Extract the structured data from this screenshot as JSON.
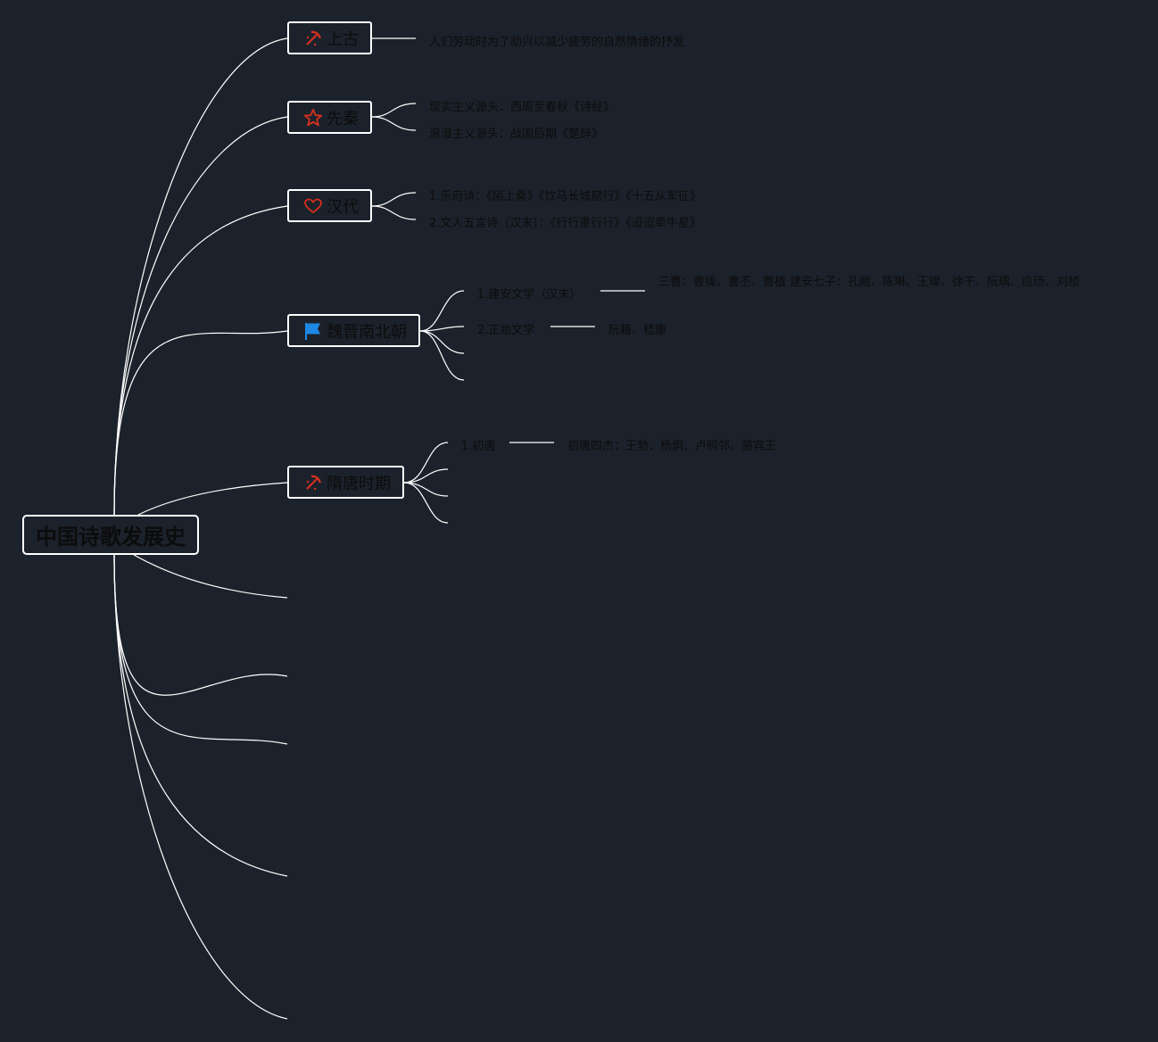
{
  "root": {
    "label": "中国诗歌发展史"
  },
  "topics": [
    {
      "label": "上古",
      "icon": "pickaxe-icon",
      "icon_color": "#d7301f",
      "children": [
        "人们劳动时为了助兴以减少疲劳的自然情绪的抒发"
      ]
    },
    {
      "label": "先秦",
      "icon": "star-icon",
      "icon_color": "#d7301f",
      "children": [
        "现实主义源头：西周至春秋《诗经》",
        "浪漫主义源头：战国后期《楚辞》"
      ]
    },
    {
      "label": "汉代",
      "icon": "heart-icon",
      "icon_color": "#d7301f",
      "children": [
        "1.乐府诗：《陌上桑》《饮马长城窟行》《十五从军征》",
        "2.文人五言诗（汉末）：《行行重行行》《迢迢牵牛星》"
      ]
    },
    {
      "label": "魏晋南北朝",
      "icon": "flag-icon",
      "icon_color": "#1e88e5",
      "children": [
        {
          "label": "1.建安文学（汉末）",
          "detail": "三曹：曹操、曹丕、曹植 建安七子：孔融、陈琳、王璨、徐干、阮瑀、应玚、刘桢"
        },
        {
          "label": "2.正始文学",
          "detail": "阮籍、嵇康"
        }
      ]
    },
    {
      "label": "隋唐时期",
      "icon": "pickaxe-icon",
      "icon_color": "#d7301f",
      "children": [
        {
          "label": "1.初唐",
          "detail": "初唐四杰：王勃、杨炯、卢照邻、骆宾王"
        }
      ]
    }
  ],
  "colors": {
    "background": "#1c222b",
    "line": "#ffffff",
    "text": "#0c0c0c"
  }
}
